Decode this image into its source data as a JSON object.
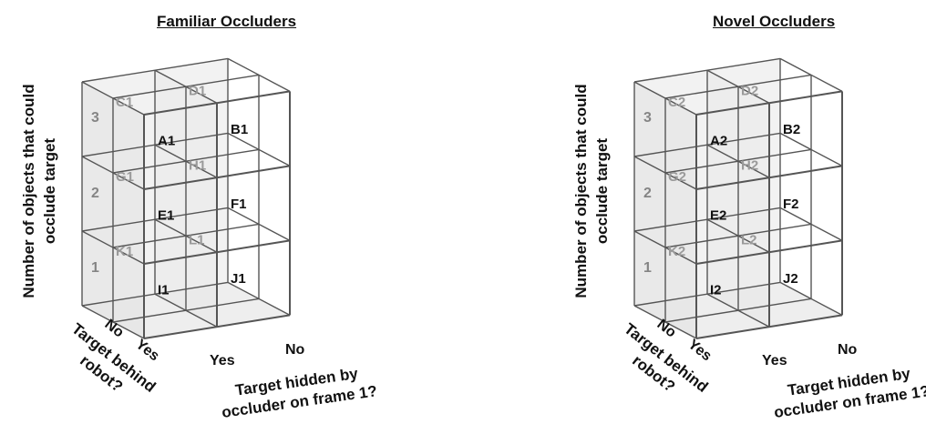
{
  "panels": [
    {
      "title": "Familiar Occluders",
      "y_axis_label": "Number of objects that could occlude target",
      "y_ticks": [
        "3",
        "2",
        "1"
      ],
      "depth_axis": {
        "ticks": [
          "No",
          "Yes"
        ],
        "label": "Target behind robot?"
      },
      "x_axis": {
        "ticks": [
          "Yes",
          "No"
        ],
        "label": "Target hidden by occluder on frame 1?"
      },
      "cells": {
        "level3": {
          "back": [
            "C1",
            "D1"
          ],
          "front": [
            "A1",
            "B1"
          ]
        },
        "level2": {
          "back": [
            "G1",
            "H1"
          ],
          "front": [
            "E1",
            "F1"
          ]
        },
        "level1": {
          "back": [
            "K1",
            "L1"
          ],
          "front": [
            "I1",
            "J1"
          ]
        }
      }
    },
    {
      "title": "Novel Occluders",
      "y_axis_label": "Number of objects that could occlude target",
      "y_ticks": [
        "3",
        "2",
        "1"
      ],
      "depth_axis": {
        "ticks": [
          "No",
          "Yes"
        ],
        "label": "Target behind robot?"
      },
      "x_axis": {
        "ticks": [
          "Yes",
          "No"
        ],
        "label": "Target hidden by occluder on frame 1?"
      },
      "cells": {
        "level3": {
          "back": [
            "C2",
            "D2"
          ],
          "front": [
            "A2",
            "B2"
          ]
        },
        "level2": {
          "back": [
            "G2",
            "H2"
          ],
          "front": [
            "E2",
            "F2"
          ]
        },
        "level1": {
          "back": [
            "K2",
            "L2"
          ],
          "front": [
            "I2",
            "J2"
          ]
        }
      }
    }
  ],
  "colors": {
    "line": "#555555",
    "face_fill": "#d9d9d9",
    "back_label": "#9a9a9a",
    "front_label": "#111111"
  }
}
